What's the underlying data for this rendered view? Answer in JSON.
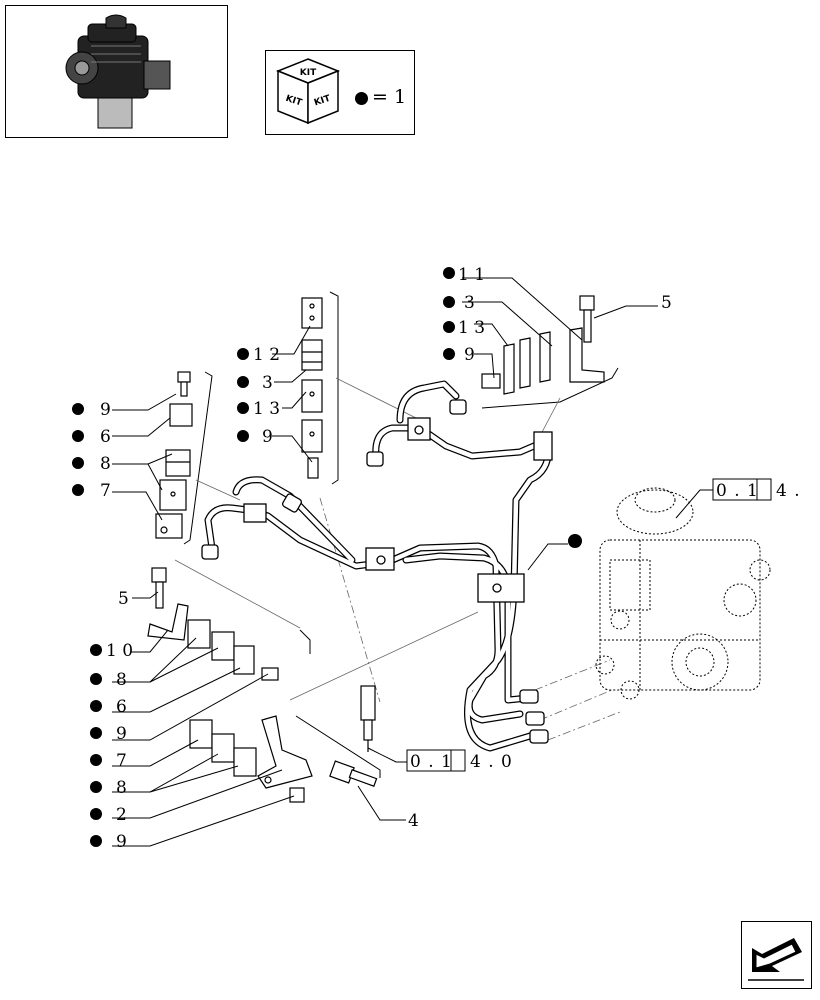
{
  "kit": {
    "cube_label": "KIT",
    "equation": "= 1"
  },
  "callouts": [
    {
      "id": "c11",
      "text": "1 1",
      "bullet": true
    },
    {
      "id": "c3a",
      "text": "3",
      "bullet": true
    },
    {
      "id": "c13a",
      "text": "1 3",
      "bullet": true
    },
    {
      "id": "c9a",
      "text": "9",
      "bullet": true
    },
    {
      "id": "c5a",
      "text": "5",
      "bullet": false
    },
    {
      "id": "c12",
      "text": "1 2",
      "bullet": true
    },
    {
      "id": "c3b",
      "text": "3",
      "bullet": true
    },
    {
      "id": "c13b",
      "text": "1 3",
      "bullet": true
    },
    {
      "id": "c9b",
      "text": "9",
      "bullet": true
    },
    {
      "id": "c9c",
      "text": "9",
      "bullet": true
    },
    {
      "id": "c6a",
      "text": "6",
      "bullet": true
    },
    {
      "id": "c8a",
      "text": "8",
      "bullet": true
    },
    {
      "id": "c7a",
      "text": "7",
      "bullet": true
    },
    {
      "id": "c5b",
      "text": "5",
      "bullet": false
    },
    {
      "id": "c10",
      "text": "1 0",
      "bullet": true
    },
    {
      "id": "c8b",
      "text": "8",
      "bullet": true
    },
    {
      "id": "c6b",
      "text": "6",
      "bullet": true
    },
    {
      "id": "c9d",
      "text": "9",
      "bullet": true
    },
    {
      "id": "c7b",
      "text": "7",
      "bullet": true
    },
    {
      "id": "c8c",
      "text": "8",
      "bullet": true
    },
    {
      "id": "c2",
      "text": "2",
      "bullet": true
    },
    {
      "id": "c9e",
      "text": "9",
      "bullet": true
    },
    {
      "id": "c4",
      "text": "4",
      "bullet": false
    }
  ],
  "references": {
    "ref_pump_box": "0 . 1",
    "ref_pump_tail": "4 .",
    "ref_injector_box": "0 . 1",
    "ref_injector_tail": "4 . 0"
  }
}
